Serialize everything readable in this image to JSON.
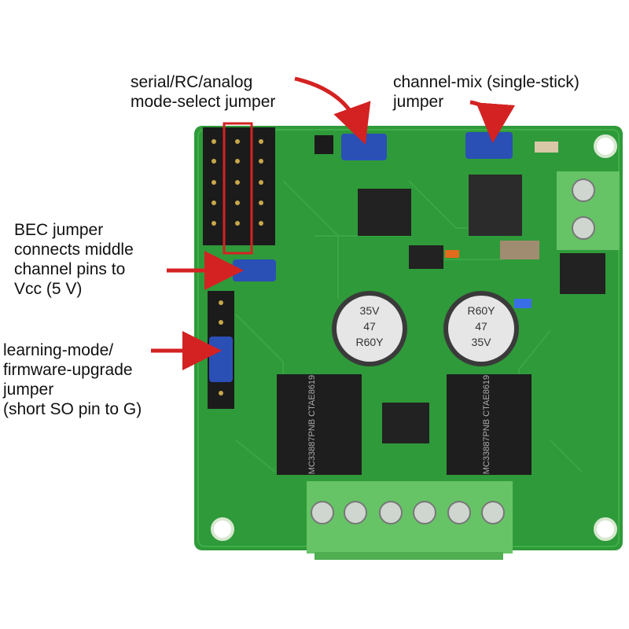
{
  "labels": {
    "mode_select": "serial/RC/analog\nmode-select jumper",
    "channel_mix": "channel-mix (single-stick)\njumper",
    "bec": "BEC jumper\nconnects middle\nchannel pins to\nVcc (5 V)",
    "learning": "learning-mode/\nfirmware-upgrade\njumper\n(short SO pin to G)"
  },
  "components": {
    "cap_left_top": "35V",
    "cap_left_mid": "47",
    "cap_left_bot": "R60Y",
    "cap_right_top": "R60Y",
    "cap_right_mid": "47",
    "cap_right_bot": "35V",
    "driver_left": "MC33887PNB\nCTAE8619",
    "driver_right": "MC33887PNB\nCTAE8619"
  },
  "colors": {
    "pcb": "#2f9a3a",
    "arrow": "#d42222",
    "jumper": "#2a4fb5",
    "terminal": "#66c466"
  }
}
